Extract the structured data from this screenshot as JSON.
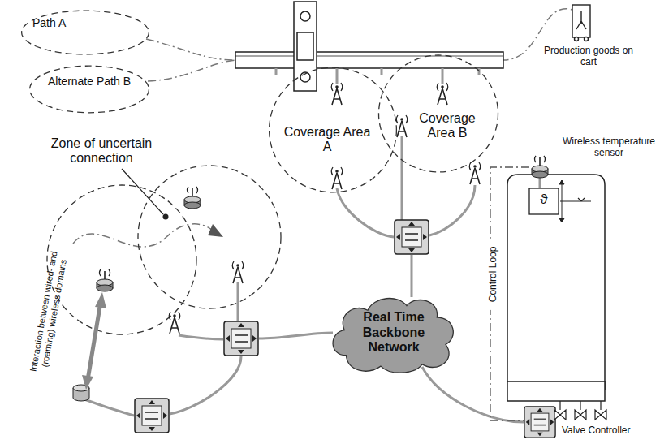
{
  "diagram": {
    "nodes": [
      {
        "text": [
          "Path A"
        ]
      },
      {
        "text": [
          "Alternate Path B"
        ]
      },
      {
        "text": [
          "Coverage Area A"
        ]
      },
      {
        "text": [
          "Coverage Area B"
        ]
      },
      {
        "text": [
          "Real Time Backbone Network"
        ]
      }
    ],
    "labels": [
      "Zone of uncertain connection",
      "Production goods on cart",
      "Wireless temperature sensor",
      "Control Loop",
      "Interaction between wired- and (roaming) wireless domains",
      "Valve Controller",
      "ϑ"
    ]
  }
}
